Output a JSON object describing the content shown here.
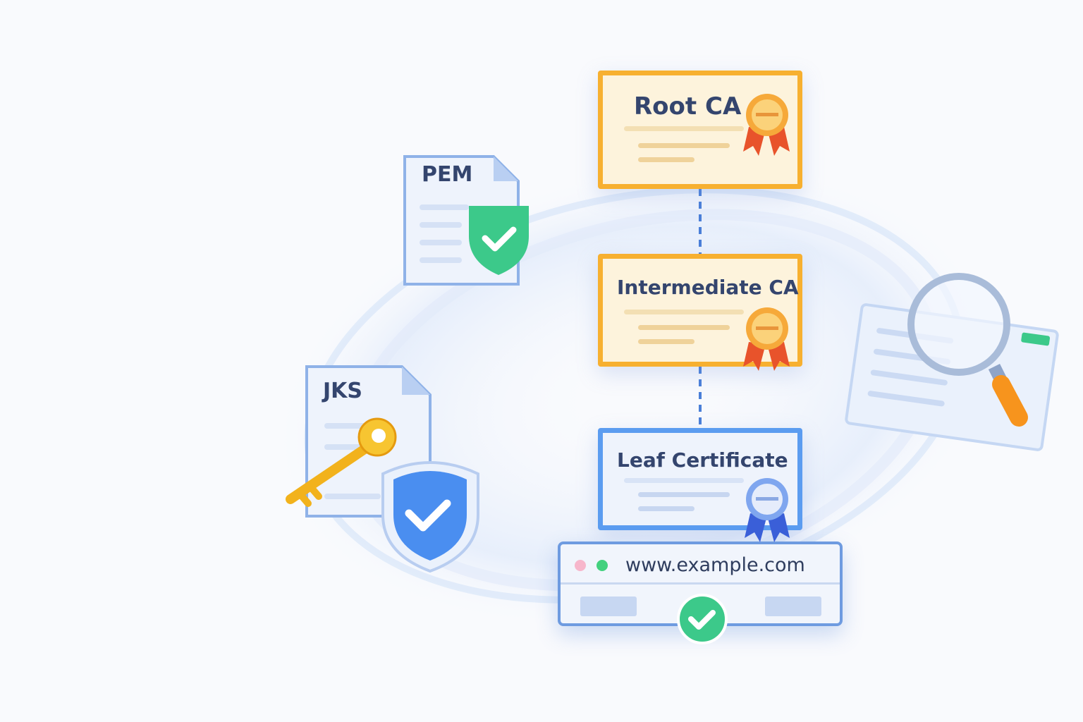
{
  "chain": {
    "root": {
      "title": "Root CA"
    },
    "intermediate": {
      "title": "Intermediate CA"
    },
    "leaf": {
      "title": "Leaf Certificate"
    }
  },
  "formats": {
    "pem": {
      "label": "PEM"
    },
    "jks": {
      "label": "JKS"
    }
  },
  "browser": {
    "url": "www.example.com"
  },
  "colors": {
    "gold": "#f7b030",
    "blue": "#5b9cf0",
    "green": "#3cc98a",
    "text": "#34456e"
  }
}
